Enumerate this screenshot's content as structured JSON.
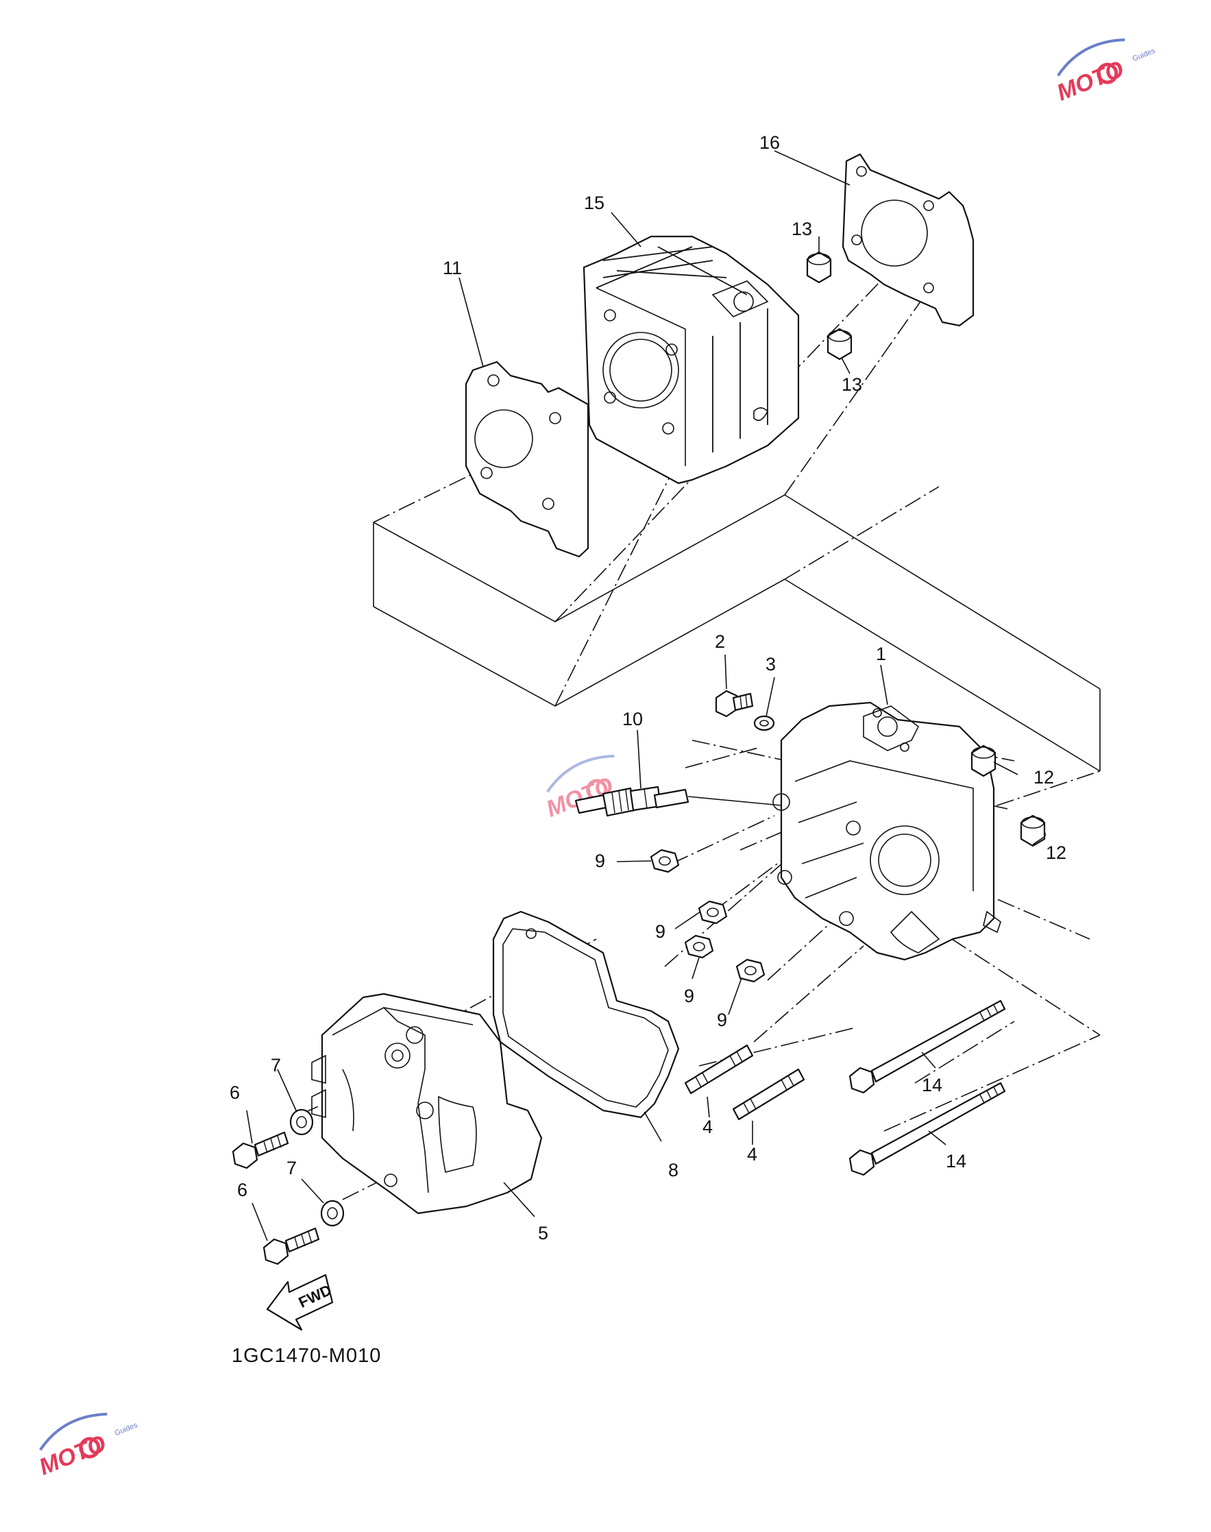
{
  "diagram": {
    "code": "1GC1470-M010",
    "fwd_label": "FWD",
    "watermark_text": "MOTO",
    "watermark_sub": "Guides",
    "watermark_color": "#e43a5a",
    "callouts": {
      "c1": "1",
      "c2": "2",
      "c3": "3",
      "c4a": "4",
      "c4b": "4",
      "c5": "5",
      "c6a": "6",
      "c6b": "6",
      "c7a": "7",
      "c7b": "7",
      "c8": "8",
      "c9a": "9",
      "c9b": "9",
      "c9c": "9",
      "c9d": "9",
      "c10": "10",
      "c11": "11",
      "c12a": "12",
      "c12b": "12",
      "c13a": "13",
      "c13b": "13",
      "c14a": "14",
      "c14b": "14",
      "c15": "15",
      "c16": "16"
    }
  }
}
